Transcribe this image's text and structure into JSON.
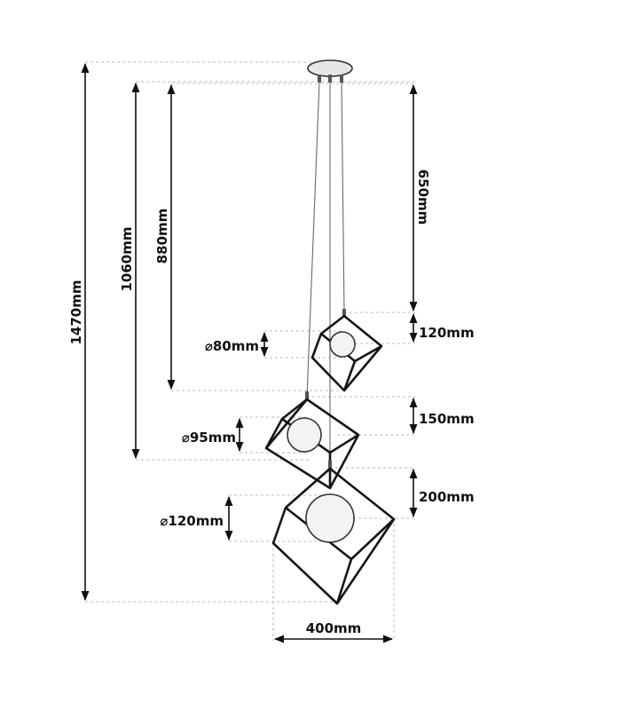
{
  "dimensions": {
    "total_height": "1470mm",
    "height_large": "1060mm",
    "height_small": "880mm",
    "drop_right": "650mm",
    "cube_small": "120mm",
    "cube_medium": "150mm",
    "cube_large": "200mm",
    "globe_small": "⌀80mm",
    "globe_medium": "⌀95mm",
    "globe_large": "⌀120mm",
    "width": "400mm"
  },
  "colors": {
    "line": "#111111",
    "guide": "#b8b8b8",
    "frame": "#151515"
  }
}
